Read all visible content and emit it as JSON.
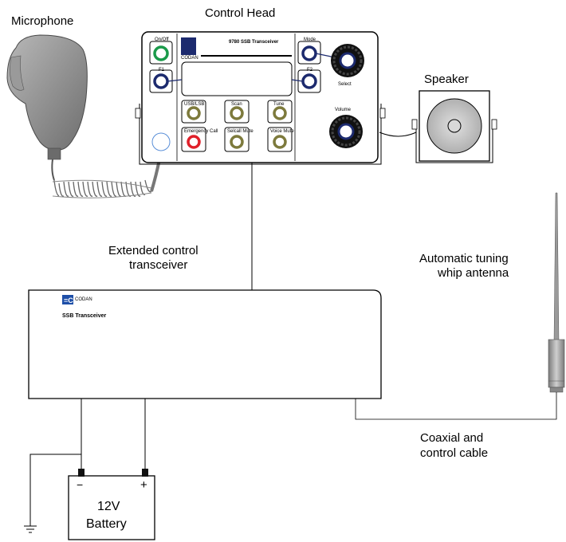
{
  "labels": {
    "microphone": "Microphone",
    "control_head": "Control Head",
    "speaker": "Speaker",
    "extended_line1": "Extended control",
    "extended_line2": "transceiver",
    "antenna_line1": "Automatic tuning",
    "antenna_line2": "whip antenna",
    "coax_line1": "Coaxial and",
    "coax_line2": "control cable",
    "battery_line1": "12V",
    "battery_line2": "Battery",
    "minus": "−",
    "plus": "+"
  },
  "control_head": {
    "model": "9780 SSB Transceiver",
    "logo": "CODAN",
    "buttons": {
      "on_off": "On/Off",
      "f1": "F1",
      "f2": "F2",
      "mode": "Mode",
      "select": "Select",
      "volume": "Volume",
      "usb_lsb": "USB/LSB",
      "scan": "Scan",
      "tune": "Tune",
      "emergency": "Emergency Call",
      "selcall": "Selcall Mute",
      "voice": "Voice Mute"
    }
  },
  "transceiver": {
    "brand": "CODAN",
    "model": "SSB Transceiver"
  },
  "colors": {
    "on_off_ring": "#1a9a4a",
    "emergency_ring": "#e0202a",
    "knob_ring": "#1c2a6e",
    "olive_ring": "#7d7a3c",
    "logo_blue": "#1e4fa8",
    "mic_gray": "#8c8c8c"
  }
}
